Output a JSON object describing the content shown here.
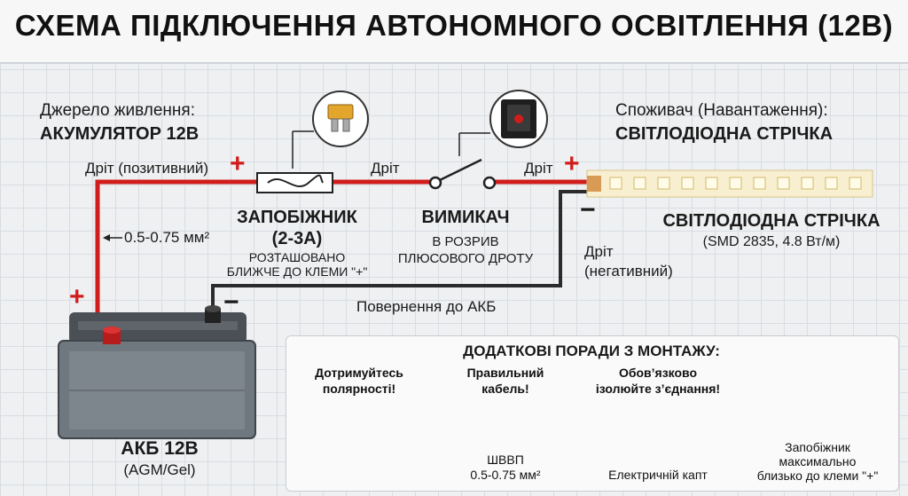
{
  "title": "СХЕМА ПІДКЛЮЧЕННЯ АВТОНОМНОГО ОСВІТЛЕННЯ (12В)",
  "source": {
    "caption": "Джерело живлення:",
    "name": "АКУМУЛЯТОР 12В"
  },
  "consumer": {
    "caption": "Споживач (Навантаження):",
    "name": "СВІТЛОДІОДНА СТРІЧКА"
  },
  "wires": {
    "positive": "Дріт (позитивний)",
    "middle": "Дріт",
    "right": "Дріт",
    "negative_line1": "Дріт",
    "negative_line2": "(негативний)",
    "gauge": "0.5-0.75 мм²",
    "return": "Повернення до АКБ"
  },
  "signs": {
    "plus": "+",
    "minus": "−"
  },
  "fuse": {
    "title_line1": "ЗАПОБІЖНИК",
    "title_line2": "(2-3А)",
    "note_line1": "РОЗТАШОВАНО",
    "note_line2": "БЛИЖЧЕ ДО КЛЕМИ \"+\""
  },
  "switch": {
    "title": "ВИМИКАЧ",
    "note_line1": "В РОЗРИВ",
    "note_line2": "ПЛЮСОВОГО ДРОТУ"
  },
  "strip": {
    "title": "СВІТЛОДІОДНА СТРІЧКА",
    "spec": "(SMD 2835, 4.8 Вт/м)"
  },
  "battery": {
    "title": "АКБ 12В",
    "type": "(AGM/Gel)"
  },
  "tips": {
    "heading": "ДОДАТКОВІ ПОРАДИ З МОНТАЖУ:",
    "polarity_line1": "Дотримуйтесь",
    "polarity_line2": "полярності!",
    "cable_line1": "Правильний",
    "cable_line2": "кабель!",
    "cable_caption_line1": "ШВВП",
    "cable_caption_line2": "0.5-0.75 мм²",
    "insulate_line1": "Обов’язково",
    "insulate_line2": "ізолюйте з’єднання!",
    "insulate_caption": "Електричній капт",
    "fuse_caption_line1": "Запобіжник",
    "fuse_caption_line2": "максимально",
    "fuse_caption_line3": "близько до клеми \"+\""
  },
  "colors": {
    "positive_wire": "#d11c1c",
    "negative_wire": "#2b2b2b",
    "accent": "#e3a62c"
  }
}
